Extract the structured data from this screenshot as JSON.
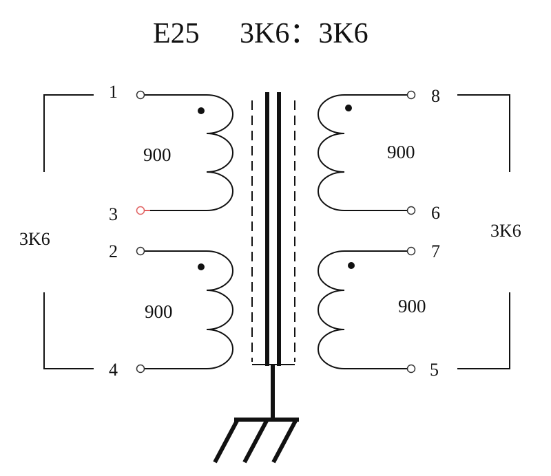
{
  "title": {
    "core": "E25",
    "ratio": "3K6：3K6"
  },
  "primary": {
    "impedance": "3K6",
    "pins": {
      "top_a": "1",
      "bottom_a": "3",
      "top_b": "2",
      "bottom_b": "4"
    },
    "winding_a_turns": "900",
    "winding_b_turns": "900"
  },
  "secondary": {
    "impedance": "3K6",
    "pins": {
      "top_a": "8",
      "bottom_a": "6",
      "top_b": "7",
      "bottom_b": "5"
    },
    "winding_a_turns": "900",
    "winding_b_turns": "900"
  },
  "colors": {
    "line": "#111111",
    "pin3_lead": "#e06060"
  }
}
